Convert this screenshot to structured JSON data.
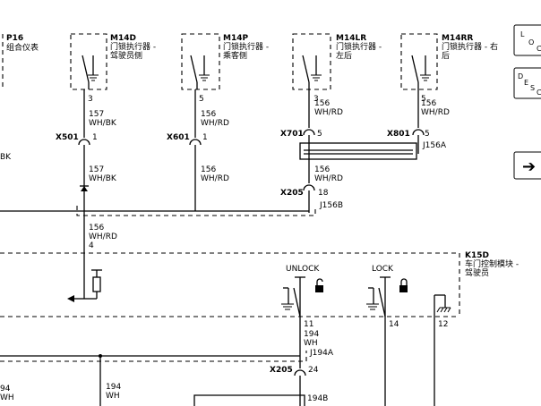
{
  "components": {
    "p16": {
      "id": "P16",
      "name": "组合仪表"
    },
    "m14d": {
      "id": "M14D",
      "name_l1": "门锁执行器 -",
      "name_l2": "驾驶员侧"
    },
    "m14p": {
      "id": "M14P",
      "name_l1": "门锁执行器 -",
      "name_l2": "乘客侧"
    },
    "m14lr": {
      "id": "M14LR",
      "name_l1": "门锁执行器 -",
      "name_l2": "左后"
    },
    "m14rr": {
      "id": "M14RR",
      "name_l1": "门锁执行器 - 右",
      "name_l2": "后"
    },
    "k15d": {
      "id": "K15D",
      "name_l1": "车门控制模块 -",
      "name_l2": "驾驶员"
    }
  },
  "pins": {
    "m14d_pin": "3",
    "m14p_pin": "5",
    "m14lr_pin": "3",
    "m14rr_pin": "5",
    "x501_pin": "1",
    "x601_pin": "1",
    "x701_pin": "5",
    "x801_pin": "5",
    "x205_pin_upper": "18",
    "k15d_pin_4": "4",
    "k15d_pin_11": "11",
    "k15d_pin_14": "14",
    "k15d_pin_12": "12",
    "x205_pin_lower": "24"
  },
  "connectors": {
    "x501": "X501",
    "x601": "X601",
    "x701": "X701",
    "x801": "X801",
    "x205_upper": "X205",
    "x205_lower": "X205"
  },
  "splices": {
    "j156a": "J156A",
    "j156b": "J156B",
    "j194a": "J194A",
    "j194b": "194B"
  },
  "wires": {
    "w157": {
      "num": "157",
      "color": "WH/BK"
    },
    "w156": {
      "num": "156",
      "color": "WH/RD"
    },
    "w194": {
      "num": "194",
      "color": "WH"
    },
    "left_edge_color": "BK",
    "w194_left_num": "94",
    "w194_left_color": "WH"
  },
  "switches": {
    "unlock": "UNLOCK",
    "lock": "LOCK"
  },
  "side_panel": {
    "loc_letters": [
      "L",
      "O",
      "C"
    ],
    "desc_letters": [
      "D",
      "E",
      "S",
      "C"
    ],
    "arrow_glyph": "➔"
  }
}
